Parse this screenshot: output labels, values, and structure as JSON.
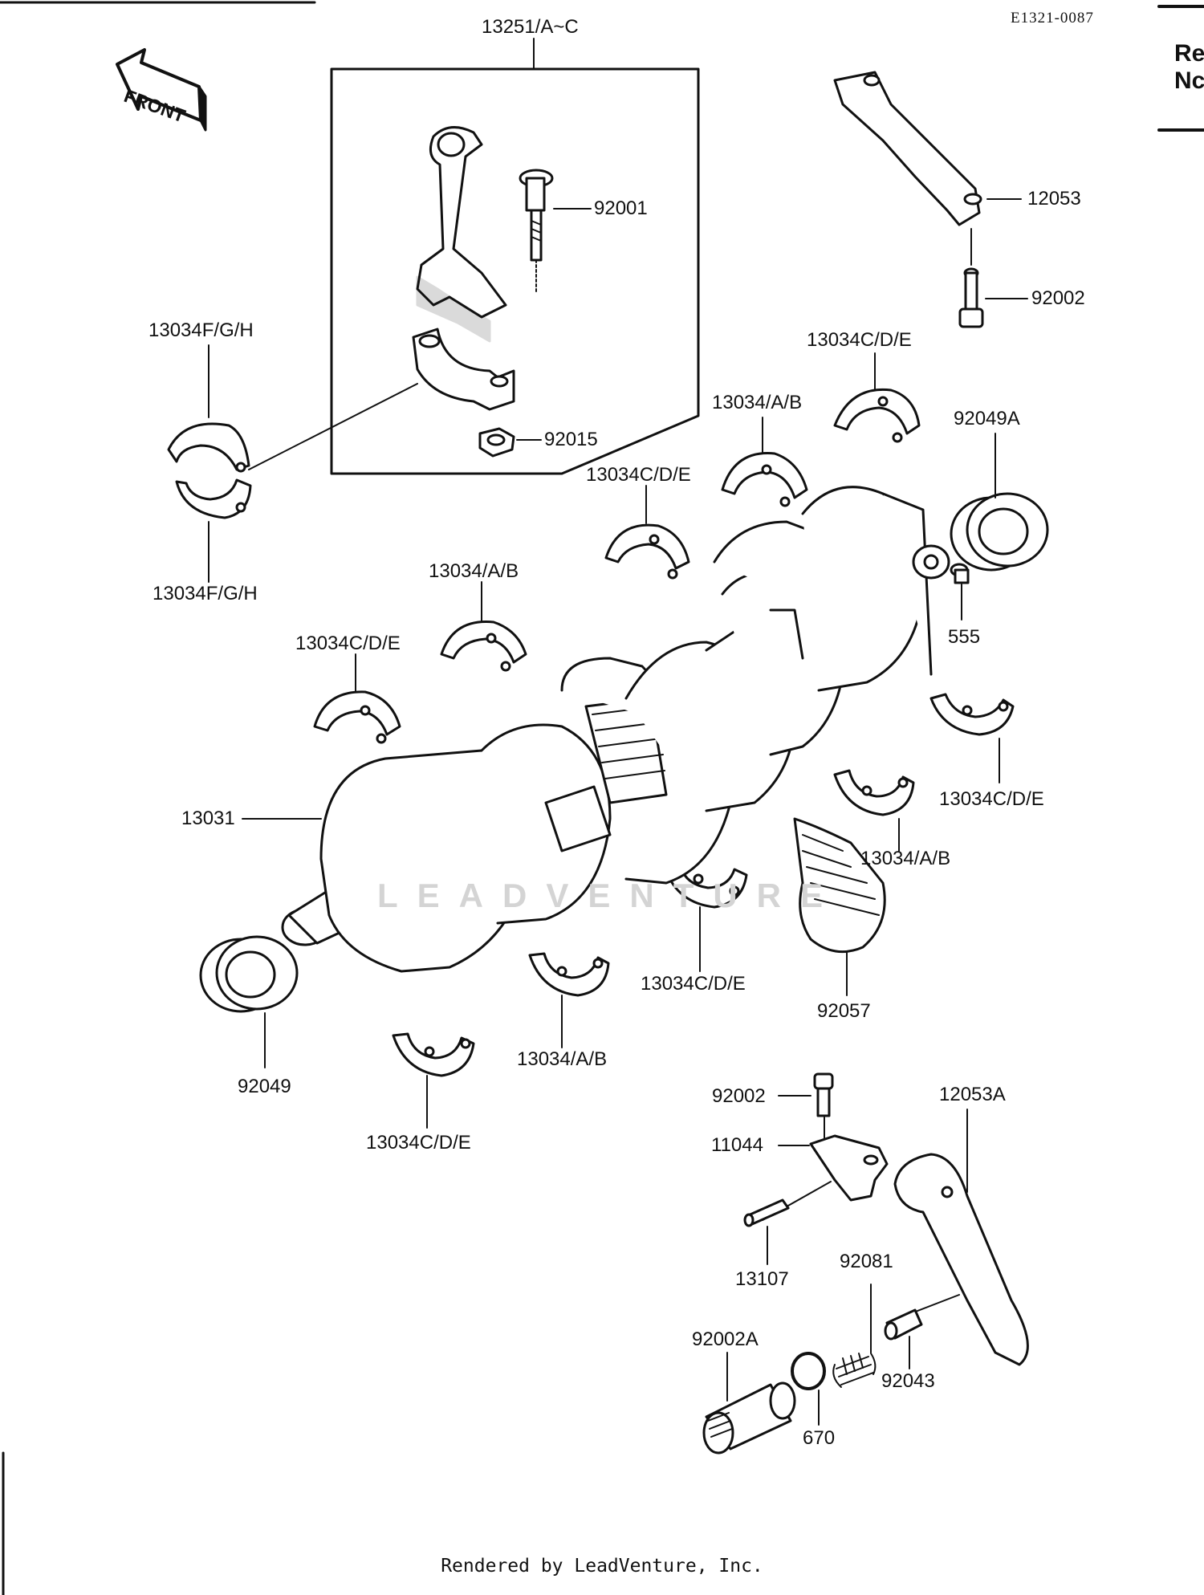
{
  "header": {
    "ref_code": "E1321-0087",
    "side_text": [
      "Re",
      "Nc"
    ]
  },
  "front_tag": "FRONT",
  "watermark": "LEADVENTURE",
  "footer": "Rendered by LeadVenture, Inc.",
  "callouts": [
    {
      "id": "c-13251",
      "text": "13251/A~C"
    },
    {
      "id": "c-92001",
      "text": "92001"
    },
    {
      "id": "c-12053",
      "text": "12053"
    },
    {
      "id": "c-92002-top",
      "text": "92002"
    },
    {
      "id": "c-13034fgh-top",
      "text": "13034F/G/H"
    },
    {
      "id": "c-13034cde-1",
      "text": "13034C/D/E"
    },
    {
      "id": "c-13034ab-1",
      "text": "13034/A/B"
    },
    {
      "id": "c-92049a",
      "text": "92049A"
    },
    {
      "id": "c-92015",
      "text": "92015"
    },
    {
      "id": "c-13034cde-2",
      "text": "13034C/D/E"
    },
    {
      "id": "c-13034fgh-bot",
      "text": "13034F/G/H"
    },
    {
      "id": "c-13034ab-2",
      "text": "13034/A/B"
    },
    {
      "id": "c-555",
      "text": "555"
    },
    {
      "id": "c-13034cde-3",
      "text": "13034C/D/E"
    },
    {
      "id": "c-13034cde-4",
      "text": "13034C/D/E"
    },
    {
      "id": "c-13031",
      "text": "13031"
    },
    {
      "id": "c-13034ab-3",
      "text": "13034/A/B"
    },
    {
      "id": "c-13034cde-5",
      "text": "13034C/D/E"
    },
    {
      "id": "c-92057",
      "text": "92057"
    },
    {
      "id": "c-13034ab-4",
      "text": "13034/A/B"
    },
    {
      "id": "c-92049",
      "text": "92049"
    },
    {
      "id": "c-13034cde-6",
      "text": "13034C/D/E"
    },
    {
      "id": "c-92002-bot",
      "text": "92002"
    },
    {
      "id": "c-12053a",
      "text": "12053A"
    },
    {
      "id": "c-11044",
      "text": "11044"
    },
    {
      "id": "c-13107",
      "text": "13107"
    },
    {
      "id": "c-92081",
      "text": "92081"
    },
    {
      "id": "c-92002a",
      "text": "92002A"
    },
    {
      "id": "c-92043",
      "text": "92043"
    },
    {
      "id": "c-670",
      "text": "670"
    }
  ]
}
